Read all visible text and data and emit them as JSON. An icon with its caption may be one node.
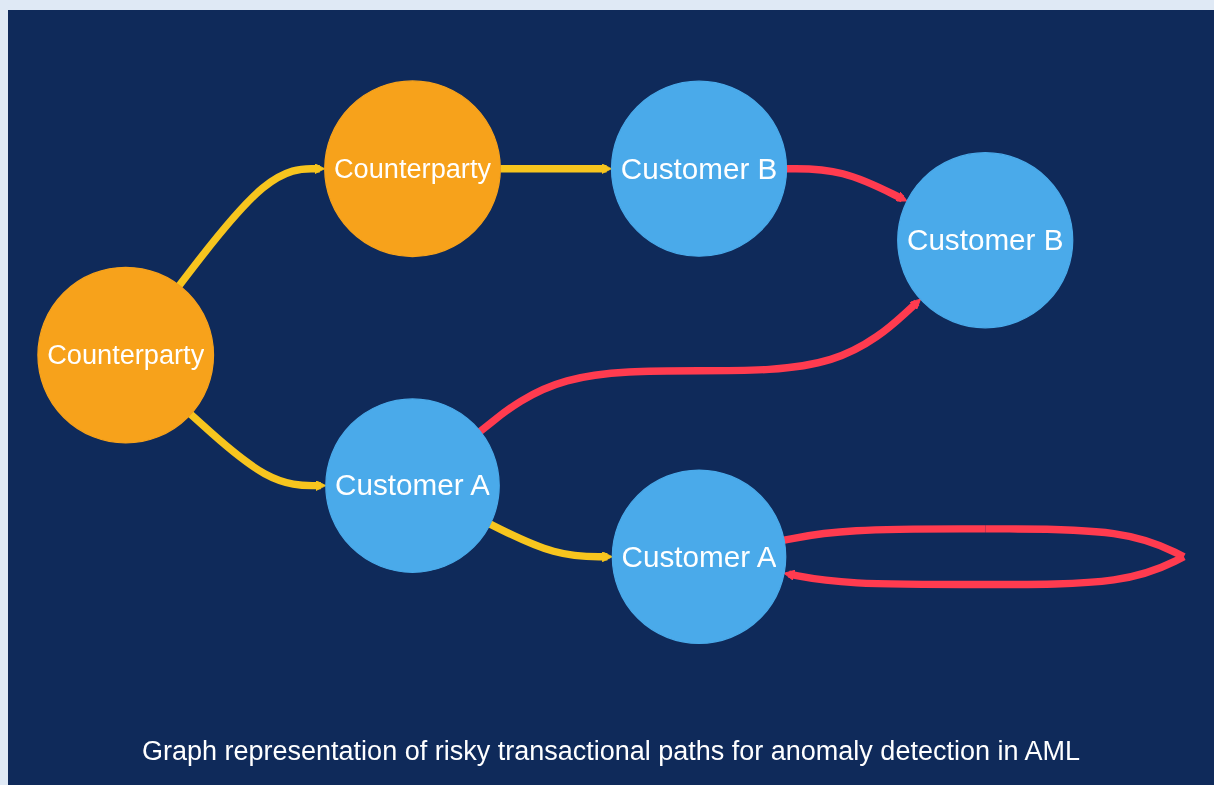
{
  "diagram": {
    "caption": "Graph representation of risky transactional paths for anomaly detection in AML",
    "nodes": [
      {
        "text": [
          "Customer A"
        ]
      },
      {
        "text": [
          "Counterparty"
        ]
      },
      {
        "text": [
          "Counterparty"
        ]
      },
      {
        "text": [
          "Customer B"
        ]
      },
      {
        "text": [
          "Customer A"
        ]
      },
      {
        "text": [
          "Customer B"
        ]
      }
    ],
    "edges": [
      {
        "from": 0,
        "to": 0,
        "arrow": "to",
        "color": "#ff3b4f"
      },
      {
        "from": 4,
        "to": 0,
        "arrow": "to"
      },
      {
        "from": 1,
        "to": 2,
        "arrow": "to"
      },
      {
        "from": 2,
        "to": 3,
        "arrow": "to"
      },
      {
        "from": 1,
        "to": 4,
        "arrow": "to"
      },
      {
        "from": 3,
        "to": 5,
        "arrow": "to",
        "color": "#ff3b4f"
      },
      {
        "from": 4,
        "to": 5,
        "arrow": "to",
        "color": "#ff3b4f"
      }
    ]
  }
}
